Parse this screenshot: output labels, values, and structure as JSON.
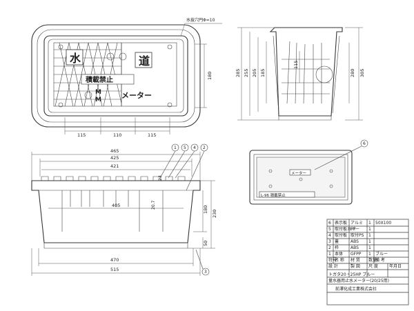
{
  "top_view": {
    "note": "水抜穴円Φ=10",
    "plate_labels": [
      "水",
      "道",
      "積載禁止",
      "M",
      "M",
      "メーター"
    ],
    "dims_bottom": [
      "115",
      "110",
      "115"
    ],
    "dim_right": "180"
  },
  "side_view": {
    "dims_vertical": [
      "285",
      "255",
      "205",
      "185",
      "115",
      "280",
      "305"
    ]
  },
  "front_view": {
    "dims_top": [
      "465",
      "425",
      "421"
    ],
    "dim_inner": "405",
    "dims_bottom": [
      "470",
      "515"
    ],
    "dims_right": [
      "180",
      "230",
      "50"
    ],
    "dims_mid": [
      "23",
      "20.7"
    ],
    "callouts": [
      "1",
      "5",
      "4",
      "2",
      "3"
    ]
  },
  "inner_view": {
    "callout": "6",
    "label_top": "メーター",
    "label_bottom": "L-96 積載禁止"
  },
  "parts_table": {
    "rows": [
      {
        "no": "6",
        "name": "表示板",
        "material": "アルミ",
        "qty": "1",
        "note": "50X100"
      },
      {
        "no": "5",
        "name": "取付板カバー",
        "material": "PP",
        "qty": "1",
        "note": ""
      },
      {
        "no": "4",
        "name": "取付板",
        "material": "取付PS",
        "qty": "1",
        "note": ""
      },
      {
        "no": "3",
        "name": "蓋",
        "material": "ABS",
        "qty": "1",
        "note": ""
      },
      {
        "no": "2",
        "name": "枠",
        "material": "ABS",
        "qty": "1",
        "note": ""
      },
      {
        "no": "1",
        "name": "本体",
        "material": "GFPP",
        "qty": "1",
        "note": "ブルー"
      }
    ],
    "header": [
      "符号",
      "名 称",
      "材 質",
      "数量",
      "備 考"
    ],
    "sub_header": [
      "設 計",
      "製 図",
      "尺 度",
      "年月日"
    ],
    "title": "トガタ20・25HP ブルー",
    "desc": "量水器用止水メーター(20/25用)",
    "company": "前澤化成工業株式会社"
  }
}
